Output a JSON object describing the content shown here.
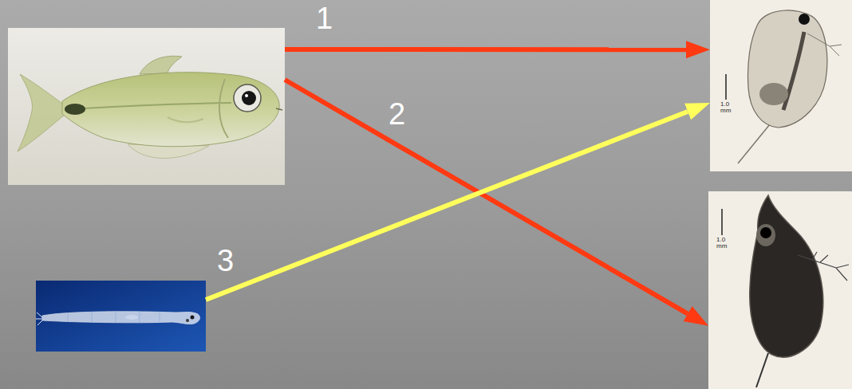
{
  "diagram": {
    "nodes": [
      {
        "text": []
      },
      {
        "text": [
          "1.0 mm"
        ]
      },
      {
        "text": [
          "1.0 mm"
        ]
      },
      {
        "text": []
      }
    ],
    "edges": [
      {
        "from": 0,
        "to": 1,
        "arrow": "to",
        "label": "1"
      },
      {
        "from": 0,
        "to": 2,
        "arrow": "to",
        "label": "2"
      },
      {
        "from": 3,
        "to": 1,
        "arrow": "to",
        "label": "3"
      }
    ]
  }
}
